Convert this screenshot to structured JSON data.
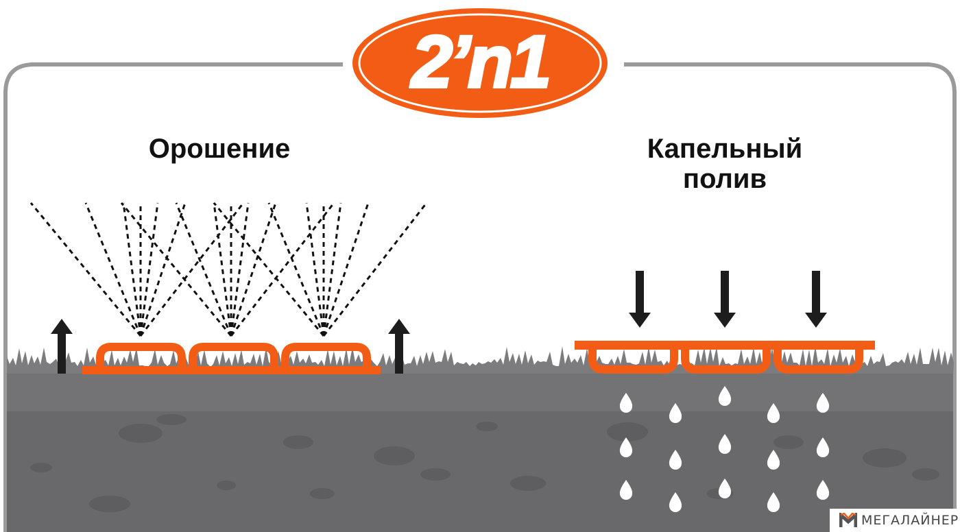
{
  "logo": {
    "text": "2’n1"
  },
  "sections": {
    "left": {
      "title": "Орошение"
    },
    "right": {
      "title_line1": "Капельный",
      "title_line2": "полив"
    }
  },
  "watermark": {
    "text": "МЕГАЛАЙНЕР"
  },
  "colors": {
    "orange": "#f25c14",
    "frame": "#9a9a9c",
    "soil": "#6d6d70",
    "grass": "#7c7c7f",
    "arrow": "#1d1d1d",
    "drop": "#ffffff"
  }
}
